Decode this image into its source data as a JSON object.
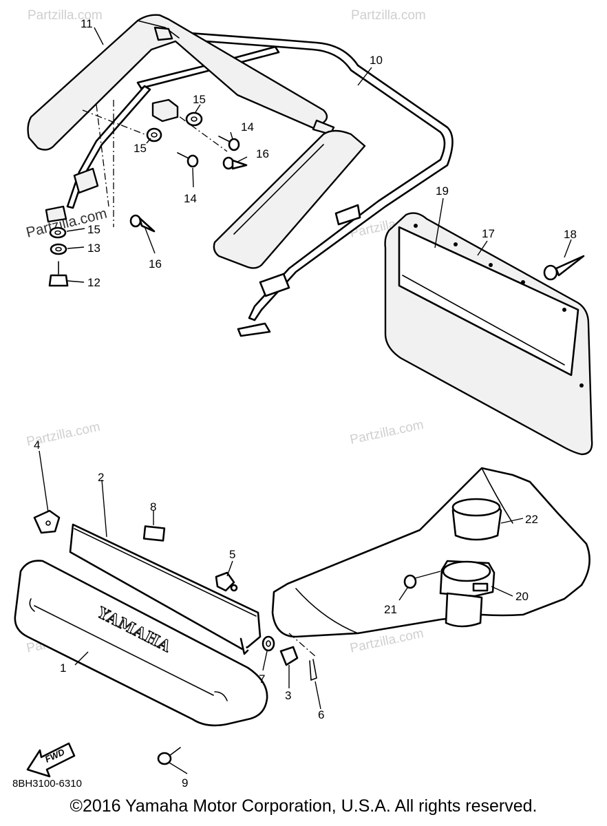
{
  "diagram": {
    "callouts": [
      "1",
      "2",
      "3",
      "4",
      "5",
      "6",
      "7",
      "8",
      "9",
      "10",
      "11",
      "12",
      "13",
      "14",
      "14",
      "15",
      "15",
      "15",
      "16",
      "16",
      "17",
      "18",
      "19",
      "20",
      "21",
      "22"
    ],
    "diagram_code": "8BH3100-6310",
    "fwd_label": "FWD",
    "brand_text": "YAMAHA",
    "watermark": "Partzilla.com",
    "watermark_prominent": "Partzilla.com",
    "copyright": "©2016 Yamaha Motor Corporation, U.S.A. All rights reserved."
  }
}
